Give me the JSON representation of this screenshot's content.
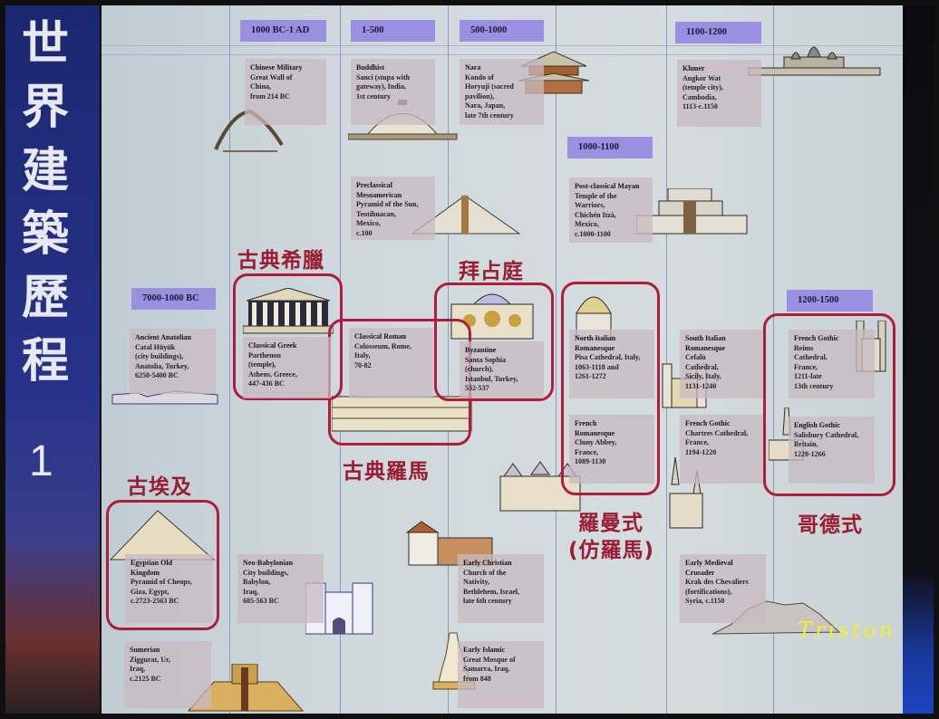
{
  "side": {
    "title_chars": [
      "世",
      "界",
      "建",
      "築",
      "歷",
      "程"
    ],
    "number": "1"
  },
  "eras": [
    "1000 BC-1 AD",
    "1-500",
    "500-1000",
    "1100-1200",
    "1000-1100",
    "7000-1000 BC",
    "1200-1500"
  ],
  "cards": [
    {
      "title": [
        "Chinese Military"
      ],
      "lines": [
        "Great Wall of",
        "China,",
        "from 214 BC"
      ]
    },
    {
      "title": [
        "Buddhist"
      ],
      "lines": [
        "Sanci (stupa with",
        "gateway), India,",
        "1st century"
      ]
    },
    {
      "title": [
        "Nara"
      ],
      "lines": [
        "Kondo of",
        "Horyuji (sacred",
        "pavilion),",
        "Nara, Japan,",
        "late 7th century"
      ]
    },
    {
      "title": [
        "Khmer"
      ],
      "lines": [
        "Angkor Wat",
        "(temple city),",
        "Cambodia,",
        "1113-c.1150"
      ]
    },
    {
      "title": [
        "Preclassical",
        "Mesoamerican"
      ],
      "lines": [
        "Pyramid of the Sun,",
        "Teotihuacan,",
        "Mexico,",
        "c.100"
      ]
    },
    {
      "title": [
        "Post-classical Mayan"
      ],
      "lines": [
        "Temple of the",
        "Warriors,",
        "Chichén Itzá,",
        "Mexico,",
        "c.1000-1100"
      ]
    },
    {
      "title": [
        "Ancient Anatolian"
      ],
      "lines": [
        "Catal Hüyük",
        "(city buildings),",
        "Anatolia, Turkey,",
        "6250-5400 BC"
      ]
    },
    {
      "title": [
        "Classical Greek"
      ],
      "lines": [
        "Parthenon",
        "(temple),",
        "Athens, Greece,",
        "447-436 BC"
      ]
    },
    {
      "title": [
        "Classical Roman"
      ],
      "lines": [
        "Colosseum, Rome,",
        "Italy,",
        "70-82"
      ]
    },
    {
      "title": [
        "Byzantine"
      ],
      "lines": [
        "Santa Sophia",
        "(church),",
        "Istanbul, Turkey,",
        "532-537"
      ]
    },
    {
      "title": [
        "North Italian",
        "Romanesque"
      ],
      "lines": [
        "Pisa Cathedral, Italy,",
        "1063-1118 and",
        "1261-1272"
      ]
    },
    {
      "title": [
        "South Italian",
        "Romanesque"
      ],
      "lines": [
        "Cefalù",
        "Cathedral,",
        "Sicily, Italy,",
        "1131-1240"
      ]
    },
    {
      "title": [
        "French Gothic"
      ],
      "lines": [
        "Reims",
        "Cathedral,",
        "France,",
        "1211-late",
        "13th century"
      ]
    },
    {
      "title": [
        "French",
        "Romanesque"
      ],
      "lines": [
        "Cluny Abbey,",
        "France,",
        "1089-1130"
      ]
    },
    {
      "title": [
        "French Gothic"
      ],
      "lines": [
        "Chartres Cathedral,",
        "France,",
        "1194-1220"
      ]
    },
    {
      "title": [
        "English Gothic"
      ],
      "lines": [
        "Salisbury Cathedral,",
        "Britain,",
        "1220-1266"
      ]
    },
    {
      "title": [
        "Egyptian Old",
        "Kingdom"
      ],
      "lines": [
        "Pyramid of Cheops,",
        "Giza, Egypt,",
        "c.2723-2563 BC"
      ]
    },
    {
      "title": [
        "Neo-Babylonian"
      ],
      "lines": [
        "City buildings,",
        "Babylon,",
        "Iraq,",
        "605-563 BC"
      ]
    },
    {
      "title": [
        "Early Christian"
      ],
      "lines": [
        "Church of the",
        "Nativity,",
        "Bethlehem, Israel,",
        "late 6th century"
      ]
    },
    {
      "title": [
        "Early Medieval",
        "Crusader"
      ],
      "lines": [
        "Krak des Chevaliers",
        "(fortifications),",
        "Syria, c.1150"
      ]
    },
    {
      "title": [
        "Sumerian"
      ],
      "lines": [
        "Ziggurat, Ur,",
        "Iraq,",
        "c.2125 BC"
      ]
    },
    {
      "title": [
        "Early Islamic"
      ],
      "lines": [
        "Great Mosque of",
        "Samarra, Iraq,",
        "from 848"
      ]
    }
  ],
  "annotations": {
    "greek": "古典希臘",
    "byzantine": "拜占庭",
    "roman": "古典羅馬",
    "egypt": "古埃及",
    "romanesque": "羅曼式",
    "romanesque_alt": "(仿羅馬)",
    "gothic": "哥德式"
  },
  "signature": "Triston",
  "colors": {
    "era_label": "#9a8fe0",
    "highlight": "#b01c3c",
    "card": "#c8bac0",
    "signature": "#f2f030"
  }
}
